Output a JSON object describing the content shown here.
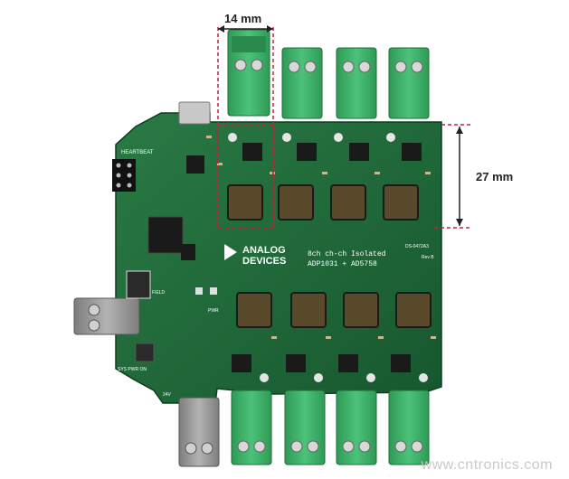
{
  "dimensions": {
    "width_label": "14 mm",
    "height_label": "27 mm"
  },
  "board": {
    "brand_line1": "ANALOG",
    "brand_line2": "DEVICES",
    "title_line1": "8ch ch-ch Isolated",
    "title_line2": "ADP1031 + AD5758",
    "part_code": "DS-0472A3",
    "revision": "Rev B",
    "silk_heartbeat": "HEARTBEAT",
    "silk_sys_pwr": "SYS PWR ON",
    "silk_field": "FIELD",
    "silk_pwr": "PWR",
    "silk_24v": "24V"
  },
  "watermark": "www.cntronics.com",
  "colors": {
    "pcb_green": "#1f6b3a",
    "terminal_green": "#3fb56a",
    "terminal_grey": "#9a9a9a",
    "inductor": "#5a4a2c",
    "dimension_line": "#c0213f",
    "watermark": "#c9c9c9"
  }
}
